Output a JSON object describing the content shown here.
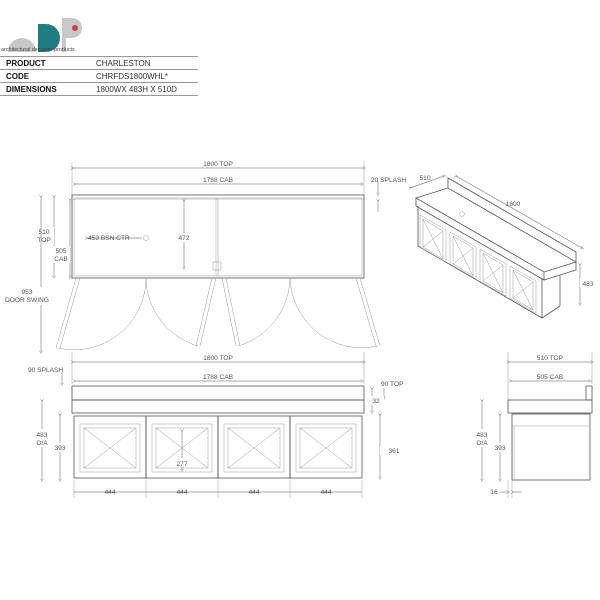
{
  "brand": {
    "tagline": "architectural designer products",
    "colors": {
      "teal": "#1f7d80",
      "grey": "#c8c8c8",
      "red": "#c44444"
    }
  },
  "spec_table": [
    {
      "key": "PRODUCT",
      "value": "CHARLESTON"
    },
    {
      "key": "CODE",
      "value": "CHRFDS1800WHL*"
    },
    {
      "key": "DIMENSIONS",
      "value": "1800WX 483H X 510D"
    }
  ],
  "plan": {
    "top": "1800 TOP",
    "cab": "1788 CAB",
    "splash": "20 SPLASH",
    "depth_top": [
      "510",
      "TOP"
    ],
    "depth_cab": [
      "505",
      "CAB"
    ],
    "swing": [
      "953",
      "DOOR SWING"
    ],
    "basin_ctr": "453 BSN CTR",
    "inner": "472"
  },
  "iso": {
    "depth": "510",
    "width": "1800",
    "height": "483"
  },
  "front": {
    "top": "1800 TOP",
    "cab": "1788 CAB",
    "splash": "90 SPLASH",
    "top_thk": "90 TOP",
    "gap": "32",
    "overall": [
      "483",
      "O/A"
    ],
    "body": "393",
    "door": "361",
    "inner": "277",
    "bays": [
      "444",
      "444",
      "444",
      "444"
    ]
  },
  "side": {
    "top": "510 TOP",
    "cab": "505 CAB",
    "overall": [
      "483",
      "O/A"
    ],
    "body": "393",
    "toe": "16"
  }
}
